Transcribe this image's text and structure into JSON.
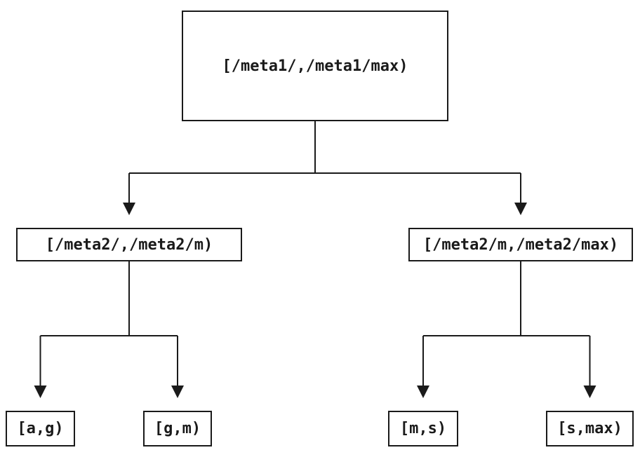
{
  "diagram": {
    "type": "tree",
    "description": "Interval partition tree with meta ranges split into key ranges",
    "colors": {
      "background": "#ffffff",
      "line": "#1a1a1a",
      "text": "#1a1a1a",
      "node_fill": "#ffffff"
    }
  },
  "nodes": {
    "root": {
      "label": "[/meta1/,/meta1/max)"
    },
    "meta2_low": {
      "label": "[/meta2/,/meta2/m)"
    },
    "meta2_high": {
      "label": "[/meta2/m,/meta2/max)"
    },
    "leaf_ag": {
      "label": "[a,g)"
    },
    "leaf_gm": {
      "label": "[g,m)"
    },
    "leaf_ms": {
      "label": "[m,s)"
    },
    "leaf_smax": {
      "label": "[s,max)"
    }
  },
  "edges": [
    {
      "from": "root",
      "to": "meta2_low"
    },
    {
      "from": "root",
      "to": "meta2_high"
    },
    {
      "from": "meta2_low",
      "to": "leaf_ag"
    },
    {
      "from": "meta2_low",
      "to": "leaf_gm"
    },
    {
      "from": "meta2_high",
      "to": "leaf_ms"
    },
    {
      "from": "meta2_high",
      "to": "leaf_smax"
    }
  ]
}
